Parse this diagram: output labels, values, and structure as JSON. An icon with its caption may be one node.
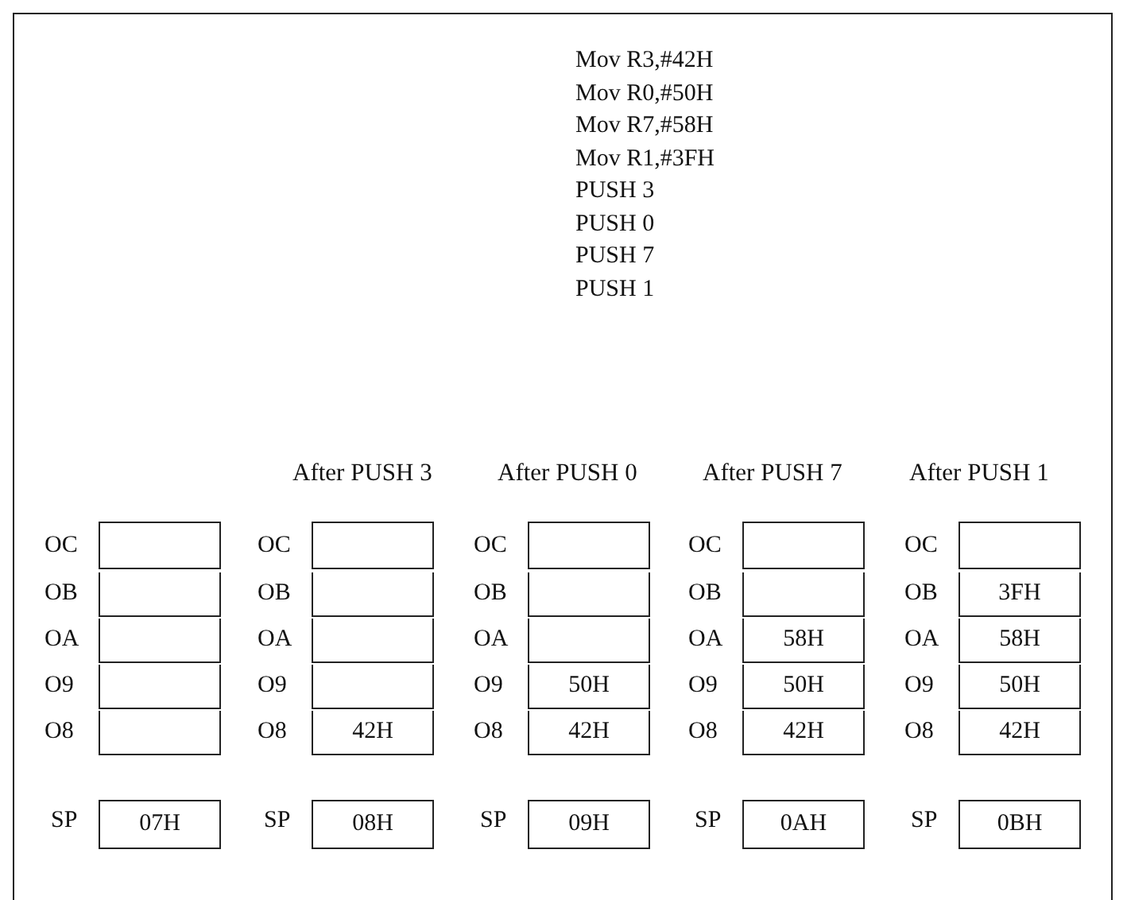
{
  "diagram": {
    "nodes": [
      {
        "text": [],
        "shape": "box",
        "beside": [
          "OC"
        ]
      },
      {
        "text": [],
        "shape": "box",
        "beside": [
          "OB"
        ]
      },
      {
        "text": [],
        "shape": "box",
        "beside": [
          "OA"
        ]
      },
      {
        "text": [],
        "shape": "box",
        "beside": [
          "O9"
        ]
      },
      {
        "text": [],
        "shape": "box",
        "beside": [
          "O8"
        ]
      },
      {
        "text": [],
        "shape": "box",
        "beside": [
          "OC"
        ]
      },
      {
        "text": [],
        "shape": "box",
        "beside": [
          "OB"
        ]
      },
      {
        "text": [],
        "shape": "box",
        "beside": [
          "OA"
        ]
      },
      {
        "text": [],
        "shape": "box",
        "beside": [
          "O9"
        ]
      },
      {
        "text": [
          "42H"
        ],
        "beside": [
          "O8"
        ]
      },
      {
        "text": [],
        "shape": "box",
        "beside": [
          "OC"
        ]
      },
      {
        "text": [],
        "shape": "box",
        "beside": [
          "OB"
        ]
      },
      {
        "text": [],
        "shape": "box",
        "beside": [
          "OA"
        ]
      },
      {
        "text": [
          "50H"
        ],
        "beside": [
          "O9"
        ]
      },
      {
        "text": [
          "42H"
        ],
        "beside": [
          "O8"
        ]
      },
      {
        "text": [],
        "shape": "box",
        "beside": [
          "OC"
        ]
      },
      {
        "text": [],
        "shape": "box",
        "beside": [
          "OB"
        ]
      },
      {
        "text": [
          "58H"
        ],
        "beside": [
          "OA"
        ]
      },
      {
        "text": [
          "50H"
        ],
        "beside": [
          "O9"
        ]
      },
      {
        "text": [
          "42H"
        ],
        "beside": [
          "O8"
        ]
      },
      {
        "text": [],
        "shape": "box",
        "beside": [
          "OC"
        ]
      },
      {
        "text": [
          "3FH"
        ],
        "beside": [
          "OB"
        ]
      },
      {
        "text": [
          "58H"
        ],
        "beside": [
          "OA"
        ]
      },
      {
        "text": [
          "50H"
        ],
        "beside": [
          "O9"
        ]
      },
      {
        "text": [
          "42H"
        ],
        "beside": [
          "O8"
        ]
      },
      {
        "text": [
          "07H"
        ],
        "beside": [
          "SP"
        ]
      },
      {
        "text": [
          "08H"
        ],
        "beside": [
          "SP"
        ]
      },
      {
        "text": [
          "09H"
        ],
        "beside": [
          "SP"
        ]
      },
      {
        "text": [
          "0AH"
        ],
        "beside": [
          "SP"
        ]
      },
      {
        "text": [
          "0BH"
        ],
        "beside": [
          "SP"
        ]
      }
    ],
    "labels": [
      "Mov R3,#42H",
      "Mov R0,#50H",
      "Mov R7,#58H",
      "Mov R1,#3FH",
      "PUSH 3",
      "PUSH 0",
      "PUSH 7",
      "PUSH 1",
      "After PUSH 3",
      "After PUSH 0",
      "After PUSH 7",
      "After PUSH 1"
    ]
  }
}
